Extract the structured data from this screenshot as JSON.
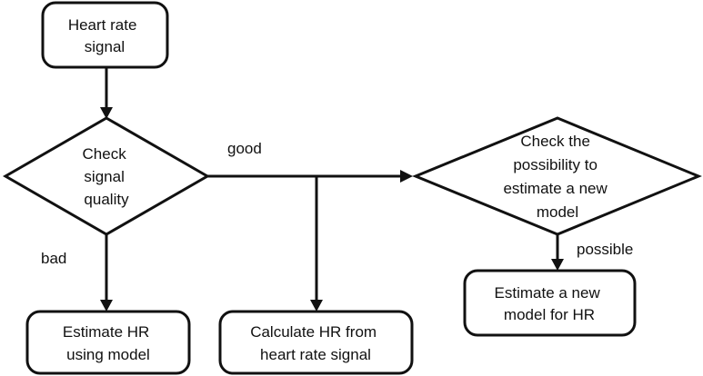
{
  "nodes": {
    "start": {
      "lines": [
        "Heart rate",
        "signal"
      ]
    },
    "check_quality": {
      "lines": [
        "Check",
        "signal",
        "quality"
      ]
    },
    "check_possibility": {
      "lines": [
        "Check the",
        "possibility to",
        "estimate a new",
        "model"
      ]
    },
    "estimate_hr": {
      "lines": [
        "Estimate HR",
        "using model"
      ]
    },
    "calculate_hr": {
      "lines": [
        "Calculate HR from",
        "heart rate signal"
      ]
    },
    "estimate_model": {
      "lines": [
        "Estimate a new",
        "model for HR"
      ]
    }
  },
  "edge_labels": {
    "good": "good",
    "bad": "bad",
    "possible": "possible"
  }
}
